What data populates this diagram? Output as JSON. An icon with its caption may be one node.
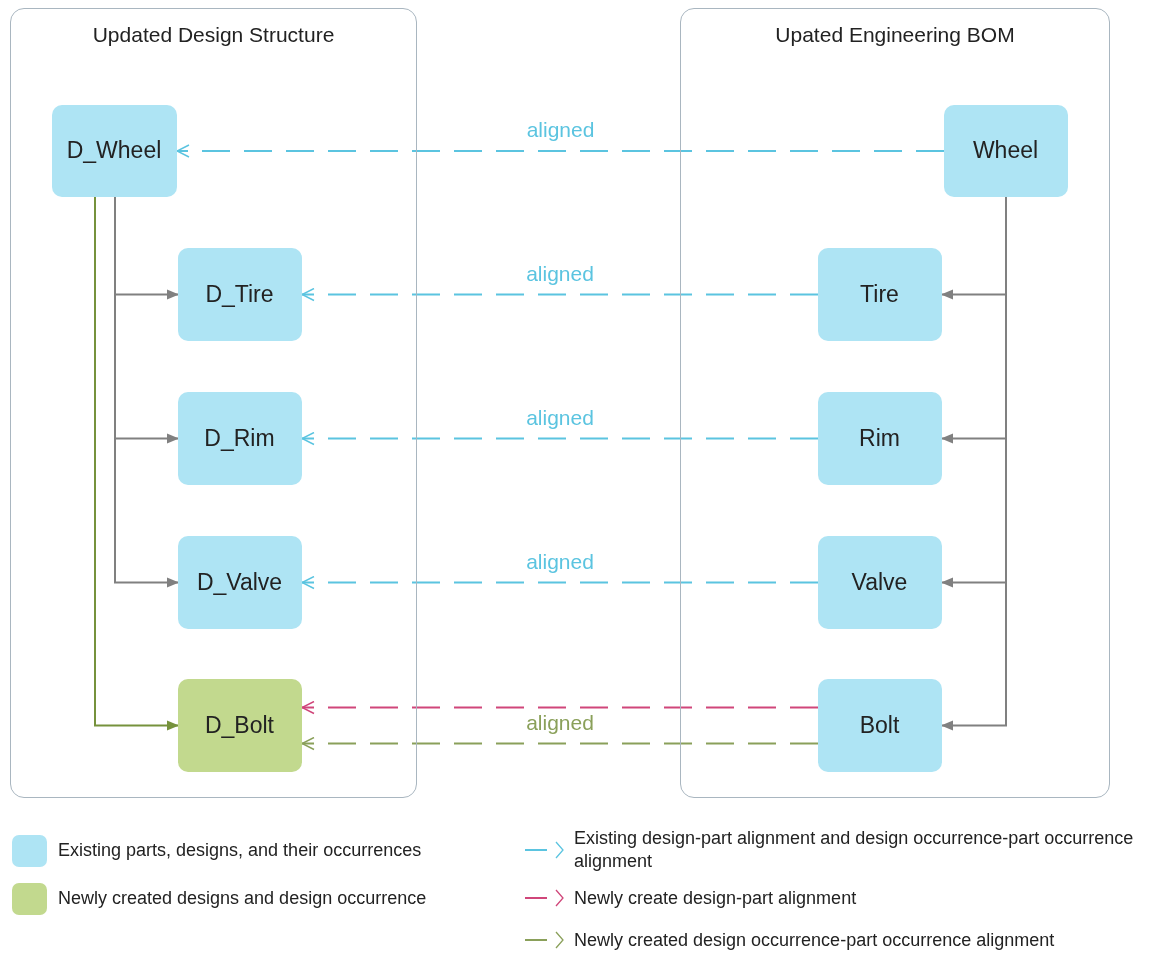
{
  "diagram": {
    "nodes": [
      {
        "text": [
          "Updated Design Structure"
        ]
      },
      {
        "text": [
          "D_Wheel"
        ],
        "in": 0
      },
      {
        "text": [
          "D_Tire"
        ],
        "in": 0
      },
      {
        "text": [
          "D_Rim"
        ],
        "in": 0
      },
      {
        "text": [
          "D_Valve"
        ],
        "in": 0
      },
      {
        "text": [
          "D_Bolt"
        ],
        "in": 0
      },
      {
        "text": [
          "Upated Engineering BOM"
        ]
      },
      {
        "text": [
          "Wheel"
        ],
        "in": 6
      },
      {
        "text": [
          "Tire"
        ],
        "in": 6
      },
      {
        "text": [
          "Rim"
        ],
        "in": 6
      },
      {
        "text": [
          "Valve"
        ],
        "in": 6
      },
      {
        "text": [
          "Bolt"
        ],
        "in": 6
      }
    ],
    "edges": [
      {
        "from": 1,
        "to": 2,
        "arrow": "to"
      },
      {
        "from": 1,
        "to": 3,
        "arrow": "to"
      },
      {
        "from": 1,
        "to": 4,
        "arrow": "to"
      },
      {
        "from": 1,
        "to": 5,
        "arrow": "to",
        "color": "#76923c"
      },
      {
        "from": 7,
        "to": 8,
        "arrow": "to"
      },
      {
        "from": 7,
        "to": 9,
        "arrow": "to"
      },
      {
        "from": 7,
        "to": 10,
        "arrow": "to"
      },
      {
        "from": 7,
        "to": 11,
        "arrow": "to"
      },
      {
        "from": 7,
        "to": 1,
        "arrow": "to",
        "label": "aligned",
        "style": "dashed",
        "color": "#5bc4e0"
      },
      {
        "from": 8,
        "to": 2,
        "arrow": "to",
        "label": "aligned",
        "style": "dashed",
        "color": "#5bc4e0"
      },
      {
        "from": 9,
        "to": 3,
        "arrow": "to",
        "label": "aligned",
        "style": "dashed",
        "color": "#5bc4e0"
      },
      {
        "from": 10,
        "to": 4,
        "arrow": "to",
        "label": "aligned",
        "style": "dashed",
        "color": "#5bc4e0"
      },
      {
        "from": 11,
        "to": 5,
        "arrow": "to",
        "style": "dashed",
        "color": "#d0467a"
      },
      {
        "from": 11,
        "to": 5,
        "arrow": "to",
        "label": "aligned",
        "style": "dashed",
        "color": "#8aa05a"
      }
    ],
    "legend": [
      {
        "text": "Existing parts, designs, and their occurrences",
        "color": "#aee4f4"
      },
      {
        "text": "Newly created designs and design occurrence",
        "color": "#c2d98e"
      },
      {
        "text": "Existing design-part alignment and design occurrence-part occurrence alignment"
      },
      {
        "text": "Newly create design-part alignment"
      },
      {
        "text": "Newly created design occurrence-part occurrence alignment"
      }
    ]
  }
}
